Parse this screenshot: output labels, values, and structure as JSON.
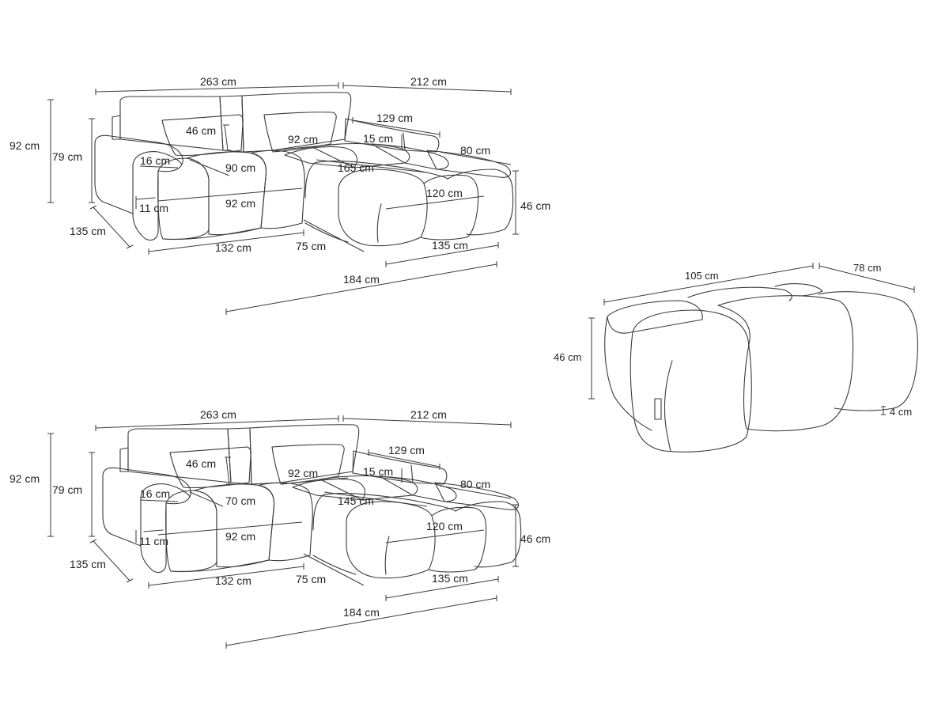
{
  "colors": {
    "line": "#3a3a3a",
    "text": "#222222",
    "background": "#ffffff"
  },
  "sofa_top": {
    "width_sofa": "263 cm",
    "width_chaise": "212 cm",
    "height_total": "92 cm",
    "height_back": "79 cm",
    "cushion_height": "46 cm",
    "chaise_depth_top": "129 cm",
    "seat_depth": "92 cm",
    "chaise_back_height": "15 cm",
    "chaise_width": "80 cm",
    "armrest_width": "16 cm",
    "seat_inner_depth": "90 cm",
    "chaise_length": "165 cm",
    "armrest_height": "11 cm",
    "seat_width": "92 cm",
    "ottoman_length": "120 cm",
    "seat_height": "46 cm",
    "side_depth": "135 cm",
    "front_width": "132 cm",
    "corner_width": "75 cm",
    "chaise_front": "135 cm",
    "total_depth": "184 cm"
  },
  "sofa_bottom": {
    "width_sofa": "263 cm",
    "width_chaise": "212 cm",
    "height_total": "92 cm",
    "height_back": "79 cm",
    "cushion_height": "46 cm",
    "chaise_depth_top": "129 cm",
    "seat_depth": "92 cm",
    "chaise_back_height": "15 cm",
    "chaise_width": "80 cm",
    "armrest_width": "16 cm",
    "seat_inner_depth": "70 cm",
    "chaise_length": "145 cm",
    "armrest_height": "11 cm",
    "seat_width": "92 cm",
    "ottoman_length": "120 cm",
    "seat_height": "46 cm",
    "side_depth": "135 cm",
    "front_width": "132 cm",
    "corner_width": "75 cm",
    "chaise_front": "135 cm",
    "total_depth": "184 cm"
  },
  "ottoman": {
    "length": "105 cm",
    "width": "78 cm",
    "height": "46 cm",
    "feet_height": "4 cm"
  }
}
